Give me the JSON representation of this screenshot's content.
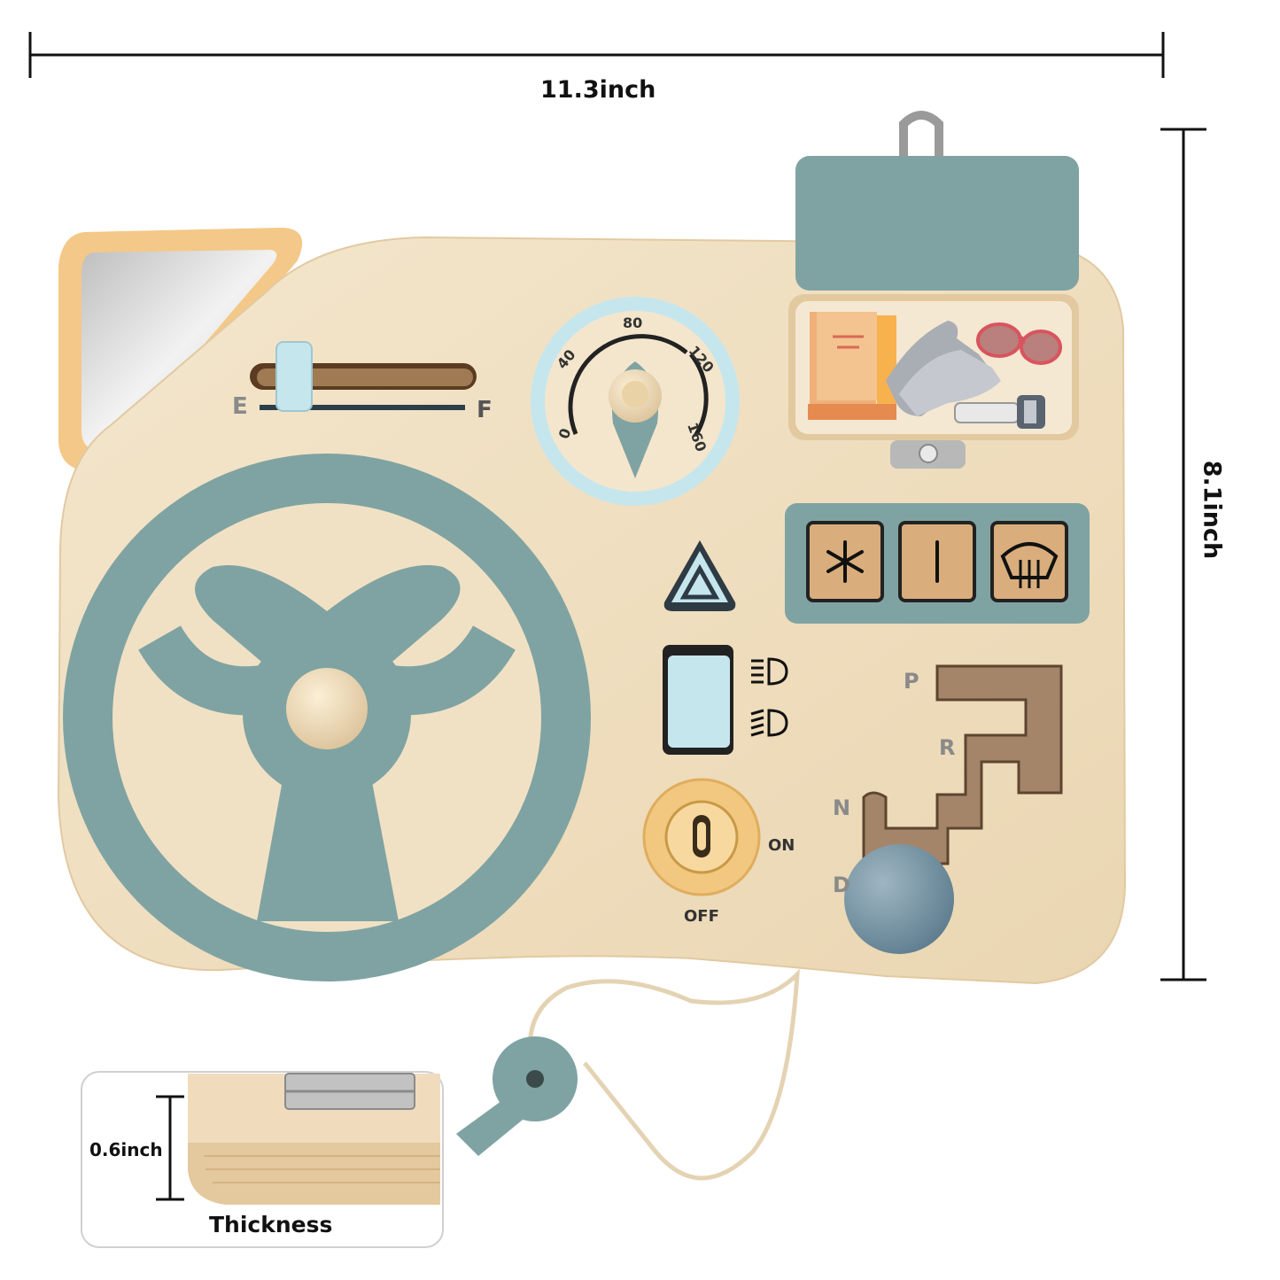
{
  "dimensions": {
    "width": "11.3inch",
    "height": "8.1inch",
    "thickness_value": "0.6inch",
    "thickness_label": "Thickness"
  },
  "fuel_gauge": {
    "empty": "E",
    "full": "F"
  },
  "speedometer": {
    "ticks": [
      "0",
      "40",
      "80",
      "120",
      "160"
    ]
  },
  "ignition": {
    "on": "ON",
    "off": "OFF"
  },
  "gear_shifter": {
    "gears": [
      "P",
      "R",
      "N",
      "D"
    ]
  },
  "colors": {
    "wood": "#f0dfc2",
    "teal": "#7fa3a2",
    "light_blue": "#c6e6ee",
    "mustard": "#f2c880",
    "dark_text": "#111111"
  }
}
